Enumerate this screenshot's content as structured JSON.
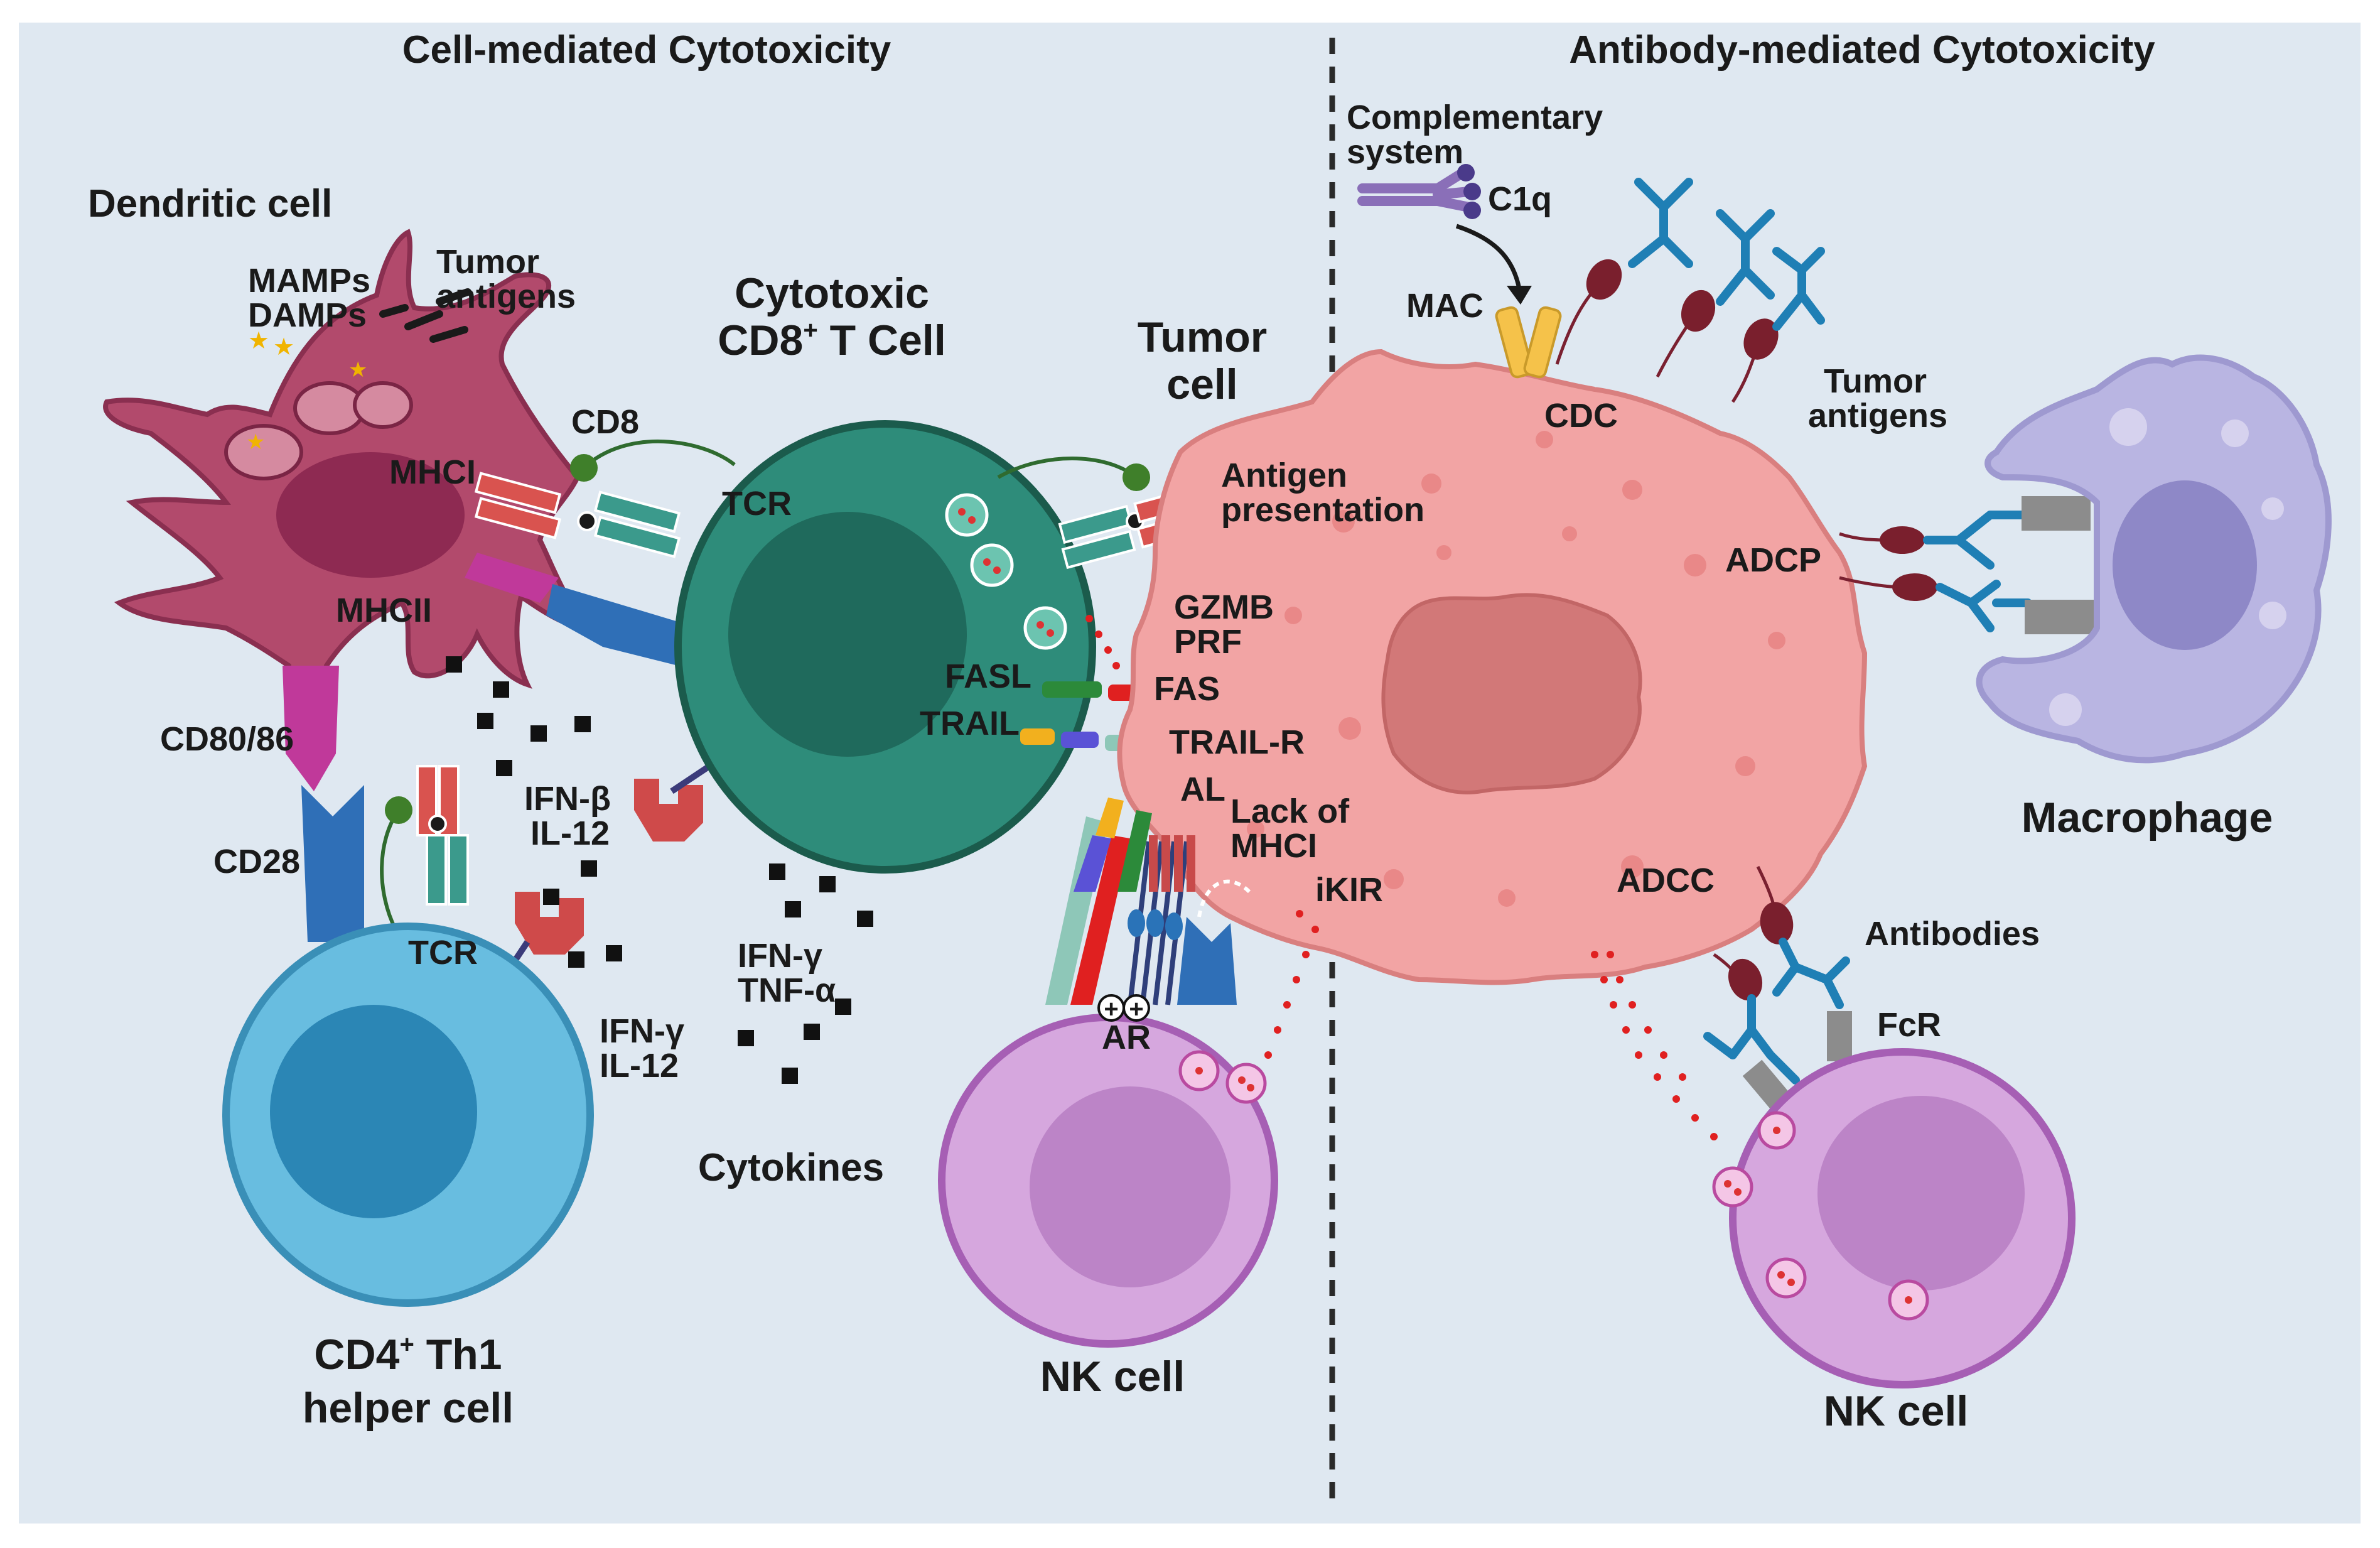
{
  "colors": {
    "background": "#dfe8f1",
    "dendritic": "#b24a6c",
    "cd8": "#2e8c7a",
    "th1": "#68bde0",
    "tumor": "#f2a4a4",
    "nk": "#d6a7de",
    "macrophage": "#b9b5e2"
  },
  "sections": {
    "left_title": "Cell-mediated Cytotoxicity",
    "right_title": "Antibody-mediated Cytotoxicity"
  },
  "cells": {
    "dendritic": "Dendritic cell",
    "cd8_line1": "Cytotoxic",
    "cd8_line2_main": "CD8",
    "cd8_line2_sup": "+",
    "cd8_line2_rest": " T Cell",
    "tumor_line1": "Tumor",
    "tumor_line2": "cell",
    "th1_line1_main": "CD4",
    "th1_line1_sup": "+",
    "th1_line1_rest": " Th1",
    "th1_line2": "helper cell",
    "nk_left": "NK cell",
    "nk_right": "NK cell",
    "macrophage": "Macrophage"
  },
  "labels": {
    "mamps": "MAMPs",
    "damps": "DAMPs",
    "tumor_antigens_l1": "Tumor",
    "tumor_antigens_l2": "antigens",
    "mhci": "MHCI",
    "mhcii": "MHCII",
    "cd8": "CD8",
    "tcr_cd8": "TCR",
    "cd80_86": "CD80/86",
    "cd28": "CD28",
    "tcr_th1": "TCR",
    "ifnb": "IFN-β",
    "il12_a": "IL-12",
    "ifng_a": "IFN-γ",
    "il12_b": "IL-12",
    "ifng_b": "IFN-γ",
    "tnfa": "TNF-α",
    "cytokines": "Cytokines",
    "antigen_pres_l1": "Antigen",
    "antigen_pres_l2": "presentation",
    "gzmb": "GZMB",
    "prf": "PRF",
    "fasl": "FASL",
    "fas": "FAS",
    "trail": "TRAIL",
    "trail_r": "TRAIL-R",
    "al": "AL",
    "lack_l1": "Lack of",
    "lack_l2": "MHCI",
    "ikir": "iKIR",
    "ar": "AR",
    "complement_l1": "Complementary",
    "complement_l2": "system",
    "c1q": "C1q",
    "mac": "MAC",
    "cdc": "CDC",
    "tumor_antigens_r_l1": "Tumor",
    "tumor_antigens_r_l2": "antigens",
    "adcp": "ADCP",
    "adcc": "ADCC",
    "antibodies": "Antibodies",
    "fcr": "FcR"
  }
}
